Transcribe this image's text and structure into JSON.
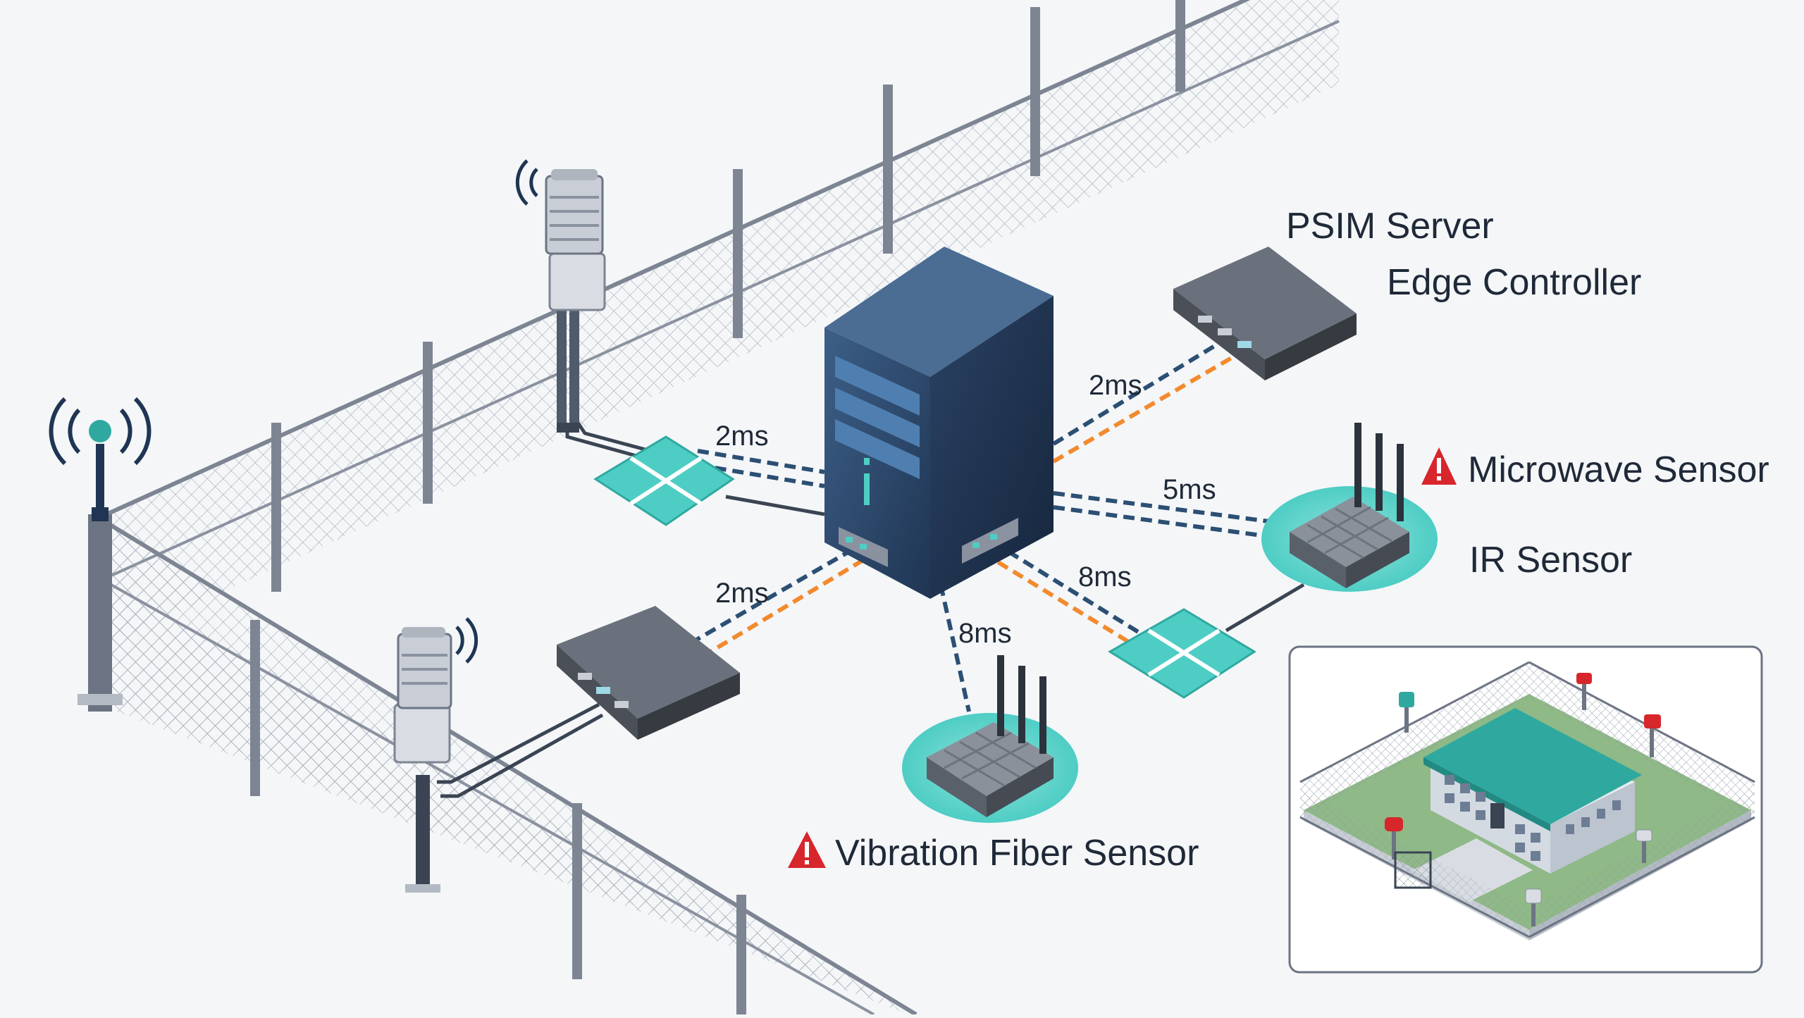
{
  "labels": {
    "psim_server": "PSIM Server",
    "edge_controller": "Edge Controller",
    "microwave_sensor": "Microwave Sensor",
    "ir_sensor": "IR Sensor",
    "vibration_fiber_sensor": "Vibration Fiber Sensor"
  },
  "latencies": {
    "top_left": "2ms",
    "bottom_left": "2ms",
    "edge_controller": "2ms",
    "microwave": "5ms",
    "ir": "8ms",
    "vibration": "8ms"
  },
  "alerts": {
    "microwave": true,
    "vibration": true
  },
  "colors": {
    "server_dark": "#1f3553",
    "server_mid": "#2b4a70",
    "server_light": "#3d5f87",
    "accent_teal": "#4ecdc4",
    "teal_dark": "#2fa9a0",
    "orange_link": "#f28a2e",
    "blue_link": "#2c4f73",
    "device_gray": "#4a4f58",
    "alert_red": "#d7262c",
    "fence_gray": "#7d8593"
  },
  "icons": {
    "server": "server-tower-icon",
    "edge": "network-switch-icon",
    "alert": "warning-triangle-icon",
    "antenna": "wireless-antenna-icon",
    "camera": "sensor-camera-icon",
    "junction": "fiber-junction-icon",
    "facility": "facility-overview-icon"
  }
}
